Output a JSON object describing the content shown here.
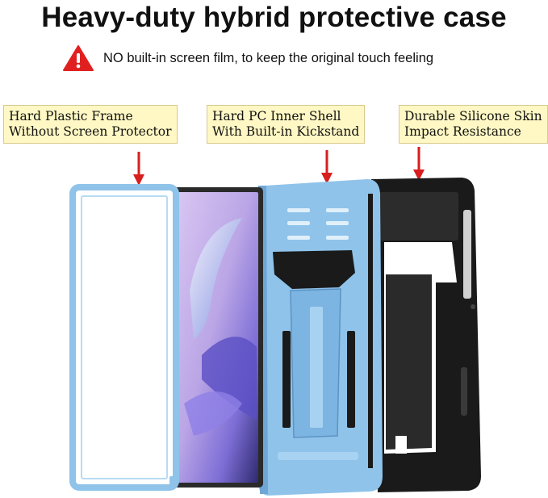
{
  "title": "Heavy-duty hybrid protective case",
  "warning": {
    "icon": "warning-triangle-icon",
    "text": "NO built-in screen film, to keep the original touch feeling",
    "color": "#e02020"
  },
  "labels": [
    {
      "line1": "Hard Plastic Frame",
      "line2": "Without Screen Protector"
    },
    {
      "line1": "Hard PC Inner Shell",
      "line2": "With Built-in Kickstand"
    },
    {
      "line1": "Durable Silicone Skin",
      "line2": "Impact Resistance"
    }
  ],
  "colors": {
    "label_bg": "#fff8c4",
    "arrow": "#d81e1e",
    "frame_blue": "#8fc3ea",
    "skin_black": "#1a1a1a"
  }
}
